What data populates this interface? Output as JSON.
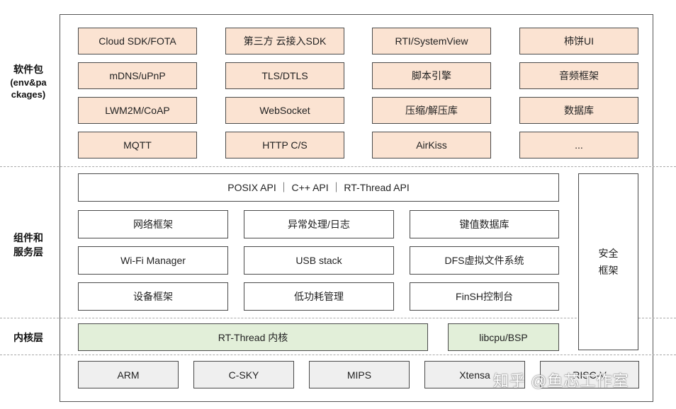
{
  "layers": {
    "packages": {
      "label_main": "软件包",
      "label_sub_1": "(env&pa",
      "label_sub_2": "ckages)",
      "rows": [
        [
          "Cloud SDK/FOTA",
          "第三方 云接入SDK",
          "RTI/SystemView",
          "柿饼UI"
        ],
        [
          "mDNS/uPnP",
          "TLS/DTLS",
          "脚本引擎",
          "音频框架"
        ],
        [
          "LWM2M/CoAP",
          "WebSocket",
          "压缩/解压库",
          "数据库"
        ],
        [
          "MQTT",
          "HTTP C/S",
          "AirKiss",
          "..."
        ]
      ]
    },
    "services": {
      "label_line_1": "组件和",
      "label_line_2": "服务层",
      "api_bar": "POSIX API ｜ C++ API ｜ RT-Thread API",
      "rows": [
        [
          "网络框架",
          "异常处理/日志",
          "键值数据库"
        ],
        [
          "Wi-Fi Manager",
          "USB stack",
          "DFS虚拟文件系统"
        ],
        [
          "设备框架",
          "低功耗管理",
          "FinSH控制台"
        ]
      ],
      "security_line_1": "安全",
      "security_line_2": "框架"
    },
    "kernel": {
      "label": "内核层",
      "core": "RT-Thread 内核",
      "bsp": "libcpu/BSP"
    },
    "arch": {
      "items": [
        "ARM",
        "C-SKY",
        "MIPS",
        "Xtensa",
        "RISC-V"
      ]
    }
  },
  "watermark": "知乎 @鱼芯工作室",
  "colors": {
    "package_fill": "#fbe3d2",
    "kernel_fill": "#e2efd9",
    "arch_fill": "#efefef",
    "border": "#4a4a4a"
  }
}
